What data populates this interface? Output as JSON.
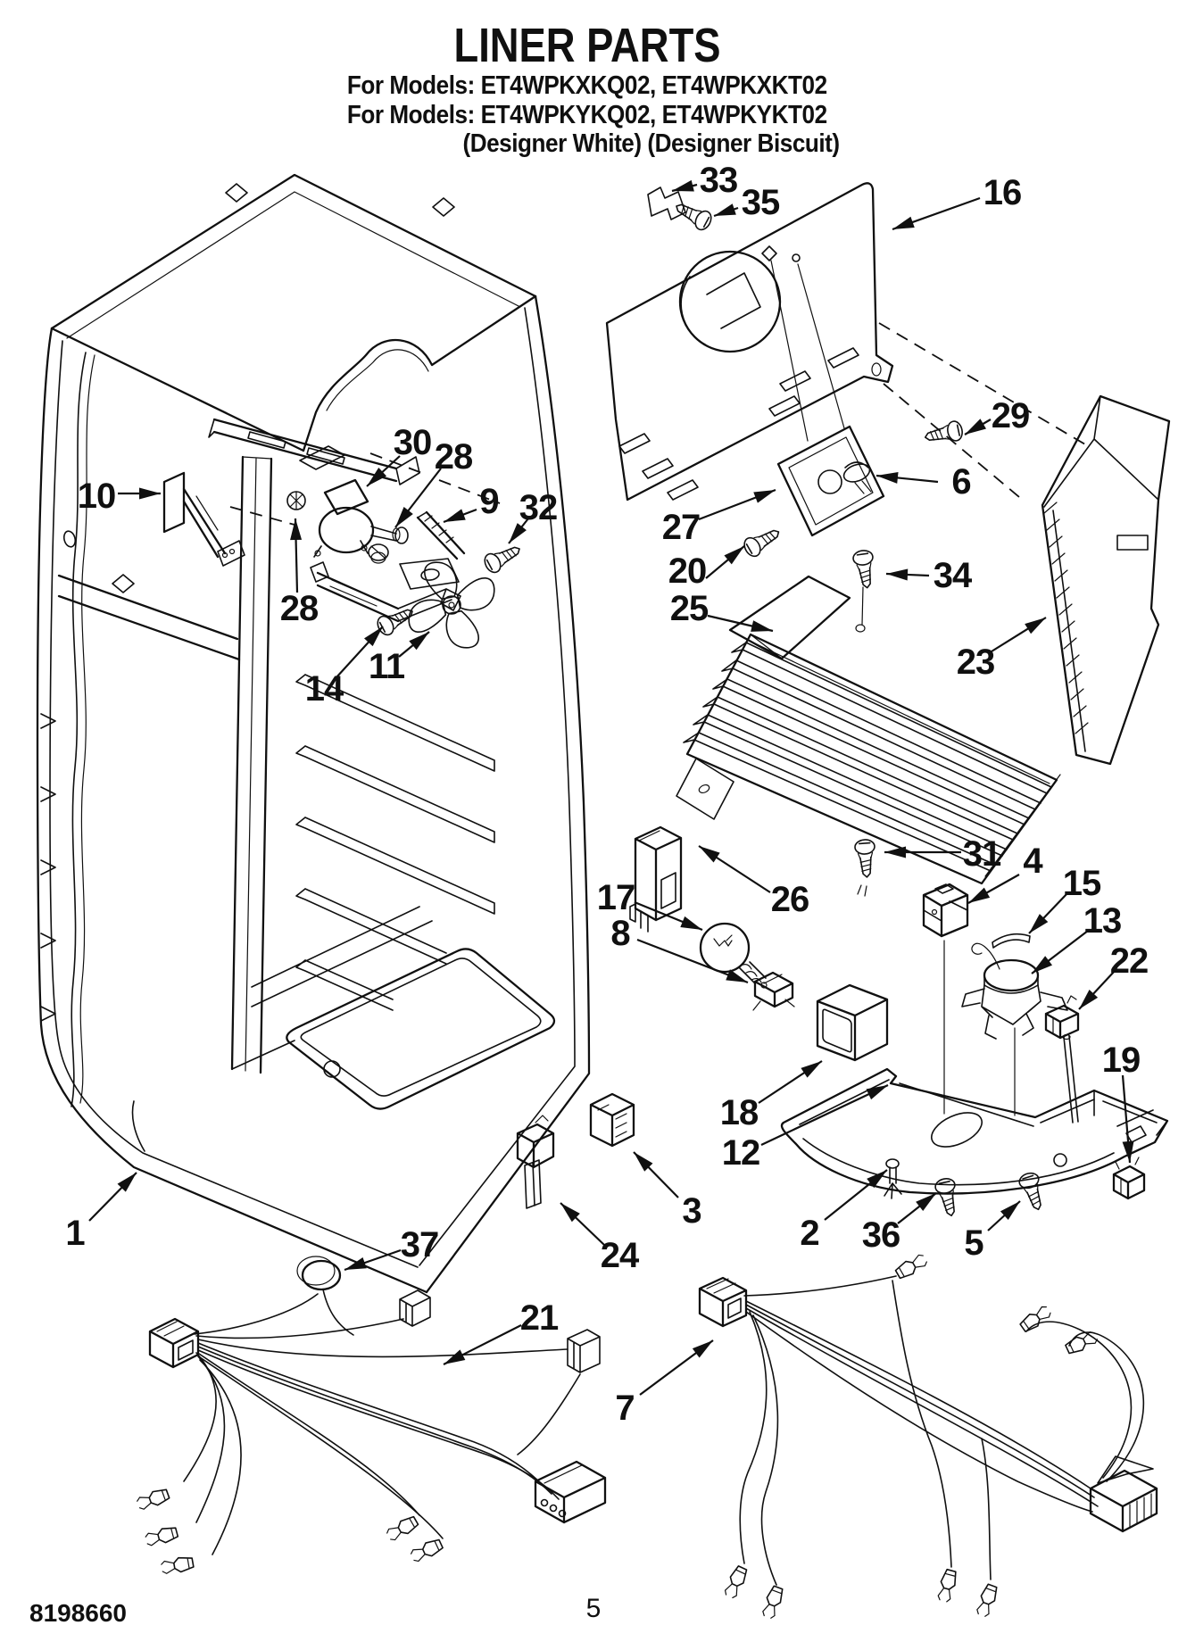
{
  "page": {
    "title": "LINER PARTS",
    "models_line_1": "For Models: ET4WPKXKQ02, ET4WPKXKT02",
    "models_line_2": "For Models: ET4WPKYKQ02, ET4WPKYKT02",
    "colors_line": "(Designer White) (Designer Biscuit)",
    "part_number": "8198660",
    "page_number": "5"
  },
  "diagram": {
    "ink": "#101010",
    "background": "#ffffff",
    "callouts": [
      {
        "label": "1",
        "t": [
          84,
          1382
        ],
        "l": [
          100,
          1368,
          153,
          1314
        ]
      },
      {
        "label": "2",
        "t": [
          907,
          1382
        ],
        "l": [
          924,
          1367,
          994,
          1311
        ]
      },
      {
        "label": "3",
        "t": [
          775,
          1357
        ],
        "l": [
          760,
          1342,
          710,
          1291
        ]
      },
      {
        "label": "4",
        "t": [
          1157,
          965
        ],
        "l": [
          1142,
          980,
          1085,
          1012
        ]
      },
      {
        "label": "5",
        "t": [
          1091,
          1393
        ],
        "l": [
          1107,
          1379,
          1143,
          1346
        ]
      },
      {
        "label": "6",
        "t": [
          1077,
          540
        ],
        "l": [
          1051,
          540,
          982,
          533
        ]
      },
      {
        "label": "7",
        "t": [
          700,
          1578
        ],
        "l": [
          717,
          1563,
          799,
          1502
        ]
      },
      {
        "label": "8",
        "t": [
          695,
          1046
        ],
        "l": [
          714,
          1053,
          838,
          1101
        ]
      },
      {
        "label": "9",
        "t": [
          548,
          562
        ],
        "l": [
          534,
          571,
          497,
          585
        ]
      },
      {
        "label": "10",
        "t": [
          108,
          556
        ],
        "l": [
          132,
          553,
          180,
          553
        ]
      },
      {
        "label": "11",
        "t": [
          433,
          747
        ],
        "l": [
          447,
          736,
          481,
          708
        ]
      },
      {
        "label": "12",
        "t": [
          830,
          1292
        ],
        "l": [
          853,
          1283,
          995,
          1216
        ]
      },
      {
        "label": "13",
        "t": [
          1235,
          1032
        ],
        "l": [
          1219,
          1043,
          1156,
          1091
        ]
      },
      {
        "label": "14",
        "t": [
          363,
          772
        ],
        "l": [
          377,
          759,
          429,
          702
        ]
      },
      {
        "label": "15",
        "t": [
          1212,
          990
        ],
        "l": [
          1196,
          1001,
          1153,
          1046
        ]
      },
      {
        "label": "16",
        "t": [
          1123,
          216
        ],
        "l": [
          1098,
          222,
          1000,
          257
        ]
      },
      {
        "label": "17",
        "t": [
          690,
          1006
        ],
        "l": [
          711,
          1011,
          787,
          1042
        ]
      },
      {
        "label": "18",
        "t": [
          828,
          1247
        ],
        "l": [
          850,
          1236,
          921,
          1189
        ]
      },
      {
        "label": "19",
        "t": [
          1256,
          1188
        ],
        "l": [
          1258,
          1205,
          1266,
          1303
        ]
      },
      {
        "label": "20",
        "t": [
          770,
          640
        ],
        "l": [
          791,
          648,
          834,
          612
        ]
      },
      {
        "label": "21",
        "t": [
          604,
          1477
        ],
        "l": [
          584,
          1485,
          497,
          1529
        ]
      },
      {
        "label": "22",
        "t": [
          1265,
          1077
        ],
        "l": [
          1249,
          1088,
          1209,
          1131
        ]
      },
      {
        "label": "23",
        "t": [
          1093,
          742
        ],
        "l": [
          1111,
          730,
          1172,
          692
        ]
      },
      {
        "label": "24",
        "t": [
          694,
          1407
        ],
        "l": [
          677,
          1395,
          628,
          1348
        ]
      },
      {
        "label": "25",
        "t": [
          772,
          682
        ],
        "l": [
          793,
          690,
          866,
          707
        ]
      },
      {
        "label": "26",
        "t": [
          885,
          1008
        ],
        "l": [
          863,
          1000,
          783,
          948
        ]
      },
      {
        "label": "27",
        "t": [
          763,
          591
        ],
        "l": [
          783,
          582,
          869,
          549
        ]
      },
      {
        "label": "28",
        "t": [
          508,
          512
        ],
        "l": [
          494,
          525,
          443,
          591
        ]
      },
      {
        "label": "28",
        "t": [
          335,
          682
        ],
        "l": [
          333,
          664,
          331,
          581
        ]
      },
      {
        "label": "29",
        "t": [
          1132,
          466
        ],
        "l": [
          1110,
          470,
          1081,
          487
        ]
      },
      {
        "label": "30",
        "t": [
          462,
          496
        ],
        "l": [
          448,
          511,
          411,
          545
        ]
      },
      {
        "label": "31",
        "t": [
          1100,
          957
        ],
        "l": [
          1077,
          955,
          991,
          955
        ]
      },
      {
        "label": "32",
        "t": [
          603,
          569
        ],
        "l": [
          592,
          581,
          570,
          609
        ]
      },
      {
        "label": "33",
        "t": [
          805,
          202
        ],
        "l": [
          781,
          207,
          753,
          214
        ]
      },
      {
        "label": "34",
        "t": [
          1067,
          645
        ],
        "l": [
          1041,
          645,
          993,
          643
        ]
      },
      {
        "label": "35",
        "t": [
          852,
          227
        ],
        "l": [
          827,
          233,
          800,
          242
        ]
      },
      {
        "label": "36",
        "t": [
          987,
          1384
        ],
        "l": [
          1006,
          1371,
          1049,
          1337
        ]
      },
      {
        "label": "37",
        "t": [
          470,
          1395
        ],
        "l": [
          449,
          1401,
          386,
          1423
        ]
      }
    ]
  }
}
